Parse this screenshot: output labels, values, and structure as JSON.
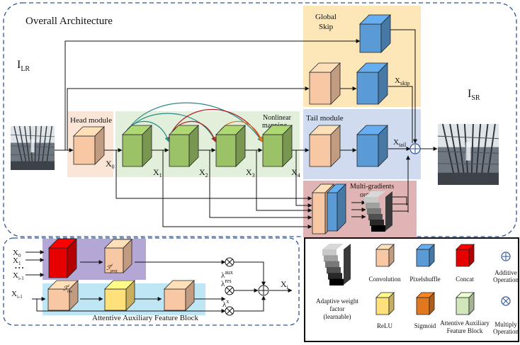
{
  "top": {
    "title": "Overall Architecture",
    "input_label": "I",
    "input_sub": "LR",
    "output_label": "I",
    "output_sub": "SR",
    "global_skip": [
      "Global",
      "Skip"
    ],
    "head_module": "Head module",
    "nonlinear": [
      "Nonlinear",
      "mapping"
    ],
    "tail_module": "Tail module",
    "multi_gradients": [
      "Multi-gradients",
      "output"
    ],
    "x_labels": [
      {
        "base": "X",
        "sub": "0"
      },
      {
        "base": "X",
        "sub": "1"
      },
      {
        "base": "X",
        "sub": "2"
      },
      {
        "base": "X",
        "sub": "3"
      },
      {
        "base": "X",
        "sub": "4"
      }
    ],
    "x_skip": {
      "base": "X",
      "sub": "skip"
    },
    "x_tail": {
      "base": "X",
      "sub": "tail"
    }
  },
  "block": {
    "caption": "Attentive Auxiliary Feature Block",
    "inputs": [
      {
        "base": "X",
        "sub": "0"
      },
      {
        "base": "X",
        "sub": "1"
      },
      {
        "base": "X",
        "sub": "i-1"
      }
    ],
    "dots": "• • •",
    "res_input": {
      "base": "X",
      "sub": "i-1"
    },
    "output": {
      "base": "X",
      "sub": "i"
    },
    "proj_label": {
      "base": "ℱ",
      "sub": "proj",
      "sup": "i"
    },
    "res_label": {
      "base": "ℱ",
      "sub": "res",
      "sup": "i"
    },
    "lambda_aux": {
      "base": "λ",
      "sup": "aux"
    },
    "lambda_res": {
      "base": "λ",
      "sup": "res"
    },
    "lambda_x": {
      "base": "λ",
      "sup": "x"
    }
  },
  "legend": {
    "adaptive": [
      "Adaptive weight",
      "factor",
      "(learnable)"
    ],
    "convolution": "Convolution",
    "pixelshuffle": "Pixelshuffle",
    "concat": "Concat",
    "additive": [
      "Additive",
      "Operation"
    ],
    "relu": "ReLU",
    "sigmoid": "Sigmoid",
    "aafb": [
      "Attentive Auxiliary",
      "Feature Block"
    ],
    "multiply": [
      "Multiply",
      "Operation"
    ]
  },
  "colors": {
    "conv": "#f8c8a4",
    "pixelshuffle": "#5b9bd5",
    "aafb_green": "#9bc266",
    "concat": "#e60000",
    "relu": "#ffe07a",
    "sigmoid": "#e07820",
    "aafb_legend": "#d2e6bc",
    "global_skip_bg": "#fde7b8",
    "head_bg": "#fbe5d6",
    "nonlinear_bg": "#e2efda",
    "tail_bg": "#d0dbef",
    "multi_bg": "#e0b4b4",
    "proj_bg": "#b4a7d6",
    "res_bg": "#bfe6f5"
  }
}
